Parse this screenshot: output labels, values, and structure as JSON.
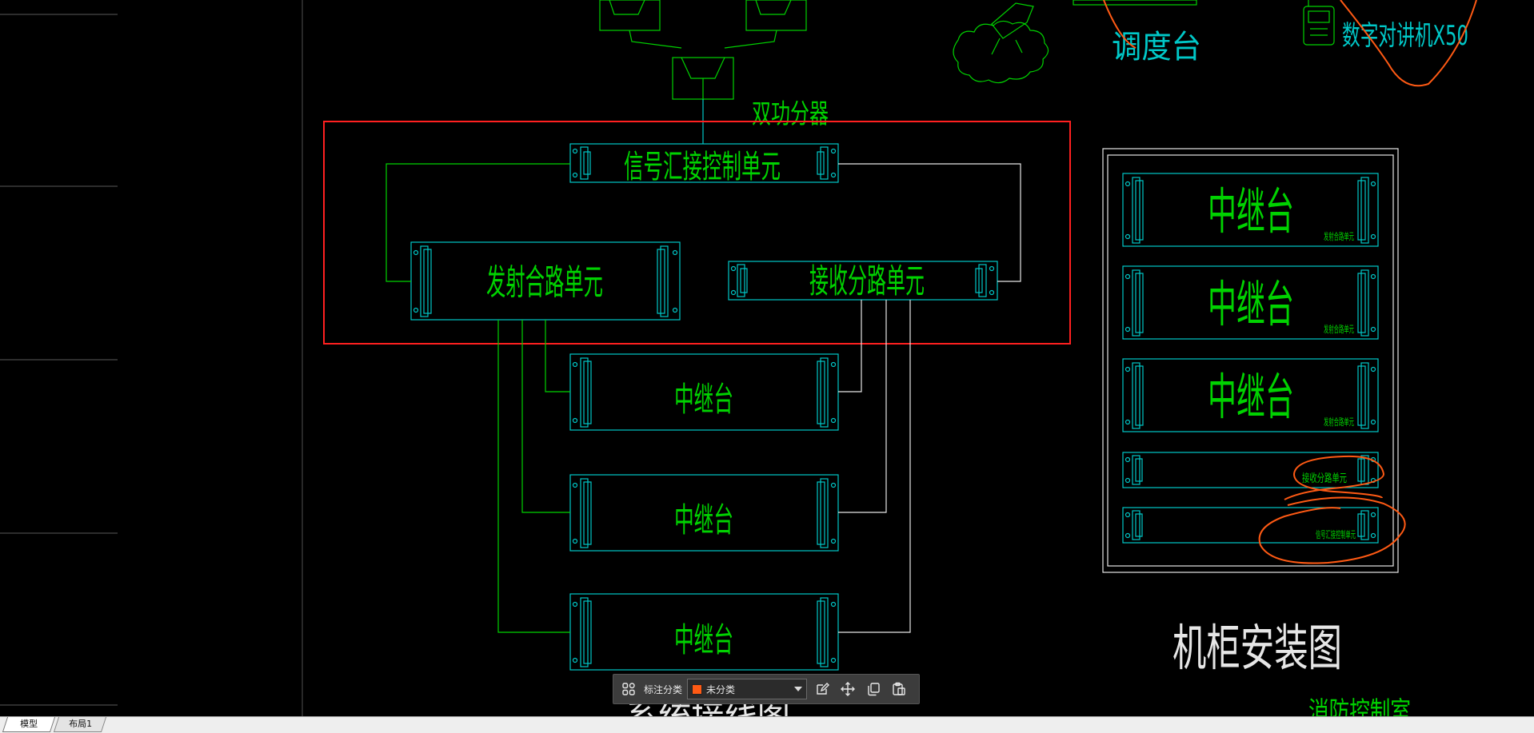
{
  "drawing": {
    "labels": {
      "dual_splitter": "双功分器",
      "dispatch_desk": "调度台",
      "radio": "数字对讲机X50",
      "signal_unit": "信号汇接控制单元",
      "tx_combiner": "发射合路单元",
      "rx_divider": "接收分路单元",
      "repeater": "中继台",
      "cabinet_title": "机柜安装图",
      "cabinet_small_tx": "发射合路单元",
      "cabinet_small_rx": "接收分路单元",
      "cabinet_small_sig": "信号汇接控制单元",
      "bottom_partial": "系统接线图",
      "control_room": "消防控制室"
    },
    "colors": {
      "background": "#000000",
      "cyan": "#00c8c8",
      "green": "#00d200",
      "red": "#ff2020",
      "orange": "#ff5a14",
      "white": "#e6e6e6",
      "dim": "#505050"
    }
  },
  "toolbar": {
    "grid_icon": "grid-icon",
    "category_label": "标注分类",
    "category_value": "未分类",
    "category_color": "#ff5a14",
    "edit_icon": "edit-icon",
    "move_icon": "move-icon",
    "copy_icon": "copy-icon",
    "paste_icon": "paste-icon"
  },
  "tabs": {
    "model": "模型",
    "layout1": "布局1"
  }
}
